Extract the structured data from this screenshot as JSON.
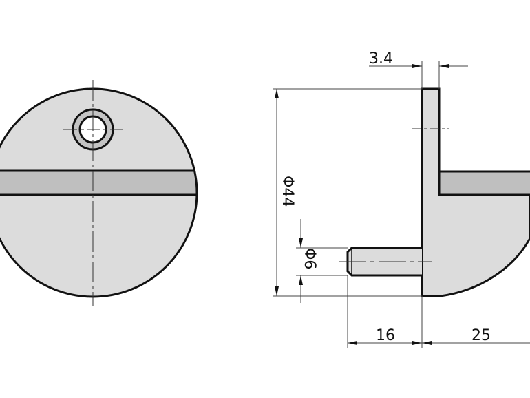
{
  "drawing": {
    "dimensions": {
      "plate_thickness": "3.4",
      "diameter_outer": "Φ44",
      "diameter_pin": "Φ6",
      "pin_length": "16",
      "shelf_depth": "25"
    },
    "colors": {
      "body_fill": "#dcdcdc",
      "slot_fill": "#bfbfbf",
      "outline": "#111111",
      "dim_line": "#444444"
    }
  }
}
